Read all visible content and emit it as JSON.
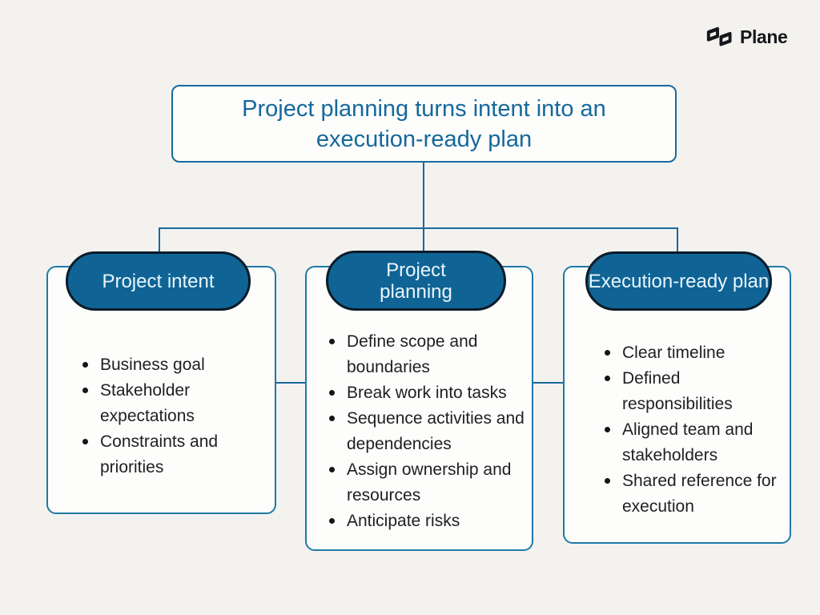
{
  "brand": {
    "name": "Plane",
    "logo_icon": "plane-logo-icon",
    "logo_color": "#17161b"
  },
  "title": {
    "text": "Project planning turns intent into an execution-ready plan"
  },
  "colors": {
    "background": "#f3f2ef",
    "connector_blue": "#1a699b",
    "title_text": "#15689c",
    "card_fill": "#fdfdfc",
    "card_border": "#1f79a6",
    "pill_fill": "#0f6495",
    "pill_border": "#0c1b29",
    "pill_text": "#eaf5fb",
    "bullet_text": "#1f1f21"
  },
  "cards": [
    {
      "label": "Project intent",
      "bullets": [
        "Business goal",
        "Stakeholder expectations",
        "Constraints and priorities"
      ]
    },
    {
      "label": "Project planning",
      "bullets": [
        "Define scope and boundaries",
        "Break work into tasks",
        "Sequence activities and dependencies",
        "Assign ownership and resources",
        "Anticipate risks"
      ]
    },
    {
      "label": "Execution-ready plan",
      "bullets": [
        "Clear timeline",
        "Defined responsibilities",
        "Aligned team and stakeholders",
        "Shared reference for execution"
      ]
    }
  ]
}
